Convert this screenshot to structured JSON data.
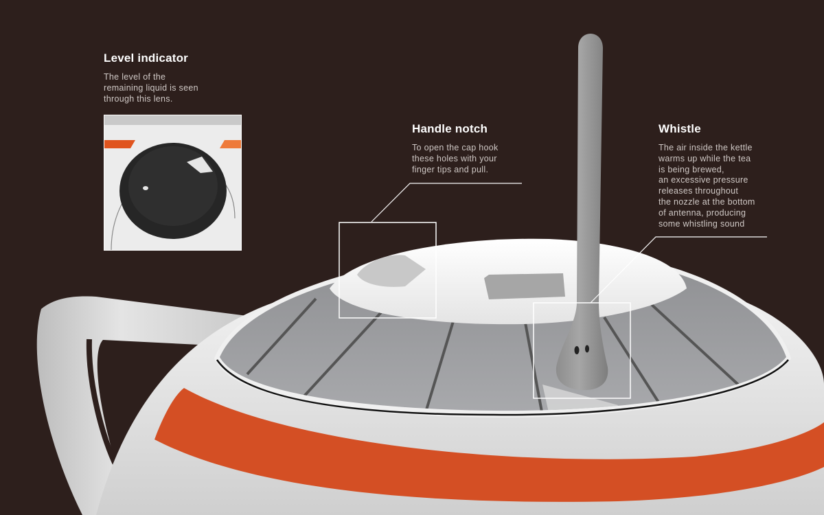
{
  "colors": {
    "background": "#2d1f1c",
    "kettle_white": "#e6e6e6",
    "lid_grey": "#9a9b9e",
    "stripe_orange": "#d44f24",
    "callout_line": "#ffffff",
    "heading_text": "#ffffff",
    "body_text": "#cfc8c5"
  },
  "callouts": {
    "level_indicator": {
      "title": "Level indicator",
      "text": "The level of the\nremaining liquid is seen\nthrough this lens."
    },
    "handle_notch": {
      "title": "Handle notch",
      "text": "To open the cap hook\nthese holes with your\nfinger tips and pull."
    },
    "whistle": {
      "title": "Whistle",
      "text": "The air inside the kettle\nwarms up while the tea\nis being brewed,\nan excessive pressure\nreleases throughout\nthe nozzle at the bottom\nof antenna, producing\nsome whistling sound"
    }
  },
  "illustration": {
    "subject": "BB-8 style kettle",
    "parts": [
      "handle",
      "body",
      "orange-stripe",
      "lid",
      "lid-cap",
      "antenna-whistle",
      "level-indicator-lens"
    ]
  }
}
